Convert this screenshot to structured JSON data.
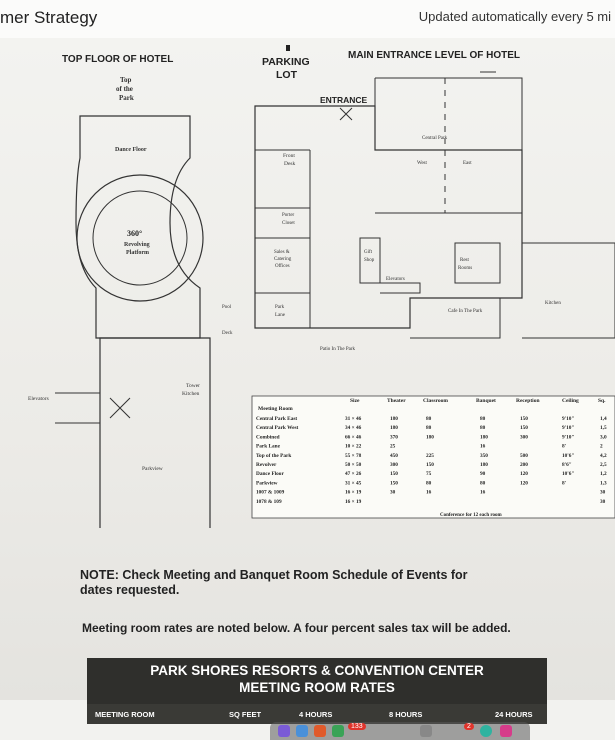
{
  "app_title": "mer Strategy",
  "update_note": "Updated automatically every 5 mi",
  "plan_labels": {
    "top_floor": "TOP FLOOR OF HOTEL",
    "top_of_park": [
      "Top",
      "of the",
      "Park"
    ],
    "dance_floor": "Dance Floor",
    "revolving": [
      "360°",
      "Revolving",
      "Platform"
    ],
    "elevators_left": "Elevators",
    "tower_kitchen": [
      "Tower",
      "Kitchen"
    ],
    "parkview": "Parkview",
    "pool_deck": [
      "Pool",
      "Deck"
    ],
    "parking_lot": [
      "PARKING",
      "LOT"
    ],
    "main_level": "MAIN ENTRANCE LEVEL OF HOTEL",
    "entrance": "ENTRANCE",
    "front_desk": [
      "Front",
      "Desk"
    ],
    "porters_closet": [
      "Porter",
      "Closet"
    ],
    "sales_offices": [
      "Sales &",
      "Catering",
      "Offices"
    ],
    "park_lane": [
      "Park",
      "Lane"
    ],
    "central_park": "Central Park",
    "west": "West",
    "east": "East",
    "gift_shop": [
      "Gift",
      "Shop"
    ],
    "elevators": "Elevators",
    "rest_rooms": [
      "Rest",
      "Rooms"
    ],
    "cafe": "Cafe In The Park",
    "kitchen": "Kitchen",
    "patio": "Patio In The Park"
  },
  "capacity_table": {
    "headers": [
      "Meeting Room",
      "Size",
      "Theater",
      "Classroom",
      "Banquet",
      "Reception",
      "Ceiling",
      "Sq."
    ],
    "rows": [
      [
        "Central Park East",
        "31 × 46",
        "180",
        "80",
        "80",
        "150",
        "9'10\"",
        "1,4"
      ],
      [
        "Central Park West",
        "34 × 46",
        "180",
        "80",
        "80",
        "150",
        "9'10\"",
        "1,5"
      ],
      [
        "Combined",
        "66 × 46",
        "370",
        "180",
        "180",
        "300",
        "9'10\"",
        "3,0"
      ],
      [
        "Park Lane",
        "10 × 22",
        "25",
        "",
        "16",
        "",
        "8'",
        "2"
      ],
      [
        "Top of the Park",
        "55 × 78",
        "450",
        "225",
        "350",
        "500",
        "10'6\"",
        "4,2"
      ],
      [
        "Revolver",
        "50 × 50",
        "300",
        "150",
        "180",
        "200",
        "8'6\"",
        "2,5"
      ],
      [
        "Dance Floor",
        "47 × 26",
        "150",
        "75",
        "90",
        "120",
        "10'6\"",
        "1,2"
      ],
      [
        "Parkview",
        "31 × 45",
        "150",
        "80",
        "80",
        "120",
        "8'",
        "1,3"
      ],
      [
        "1007 & 1009",
        "16 × 19",
        "30",
        "16",
        "16",
        "",
        "",
        "30"
      ],
      [
        "1078 & 109",
        "16 × 19",
        "",
        "",
        "",
        "",
        "",
        "30"
      ]
    ],
    "conference_note": "Conference for 12 each room"
  },
  "note_text": "NOTE: Check Meeting and Banquet Room Schedule of Events for dates requested.",
  "rates_text": "Meeting room rates are noted below. A four percent sales tax will be added.",
  "banner_line1": "PARK SHORES RESORTS & CONVENTION CENTER",
  "banner_line2": "MEETING ROOM RATES",
  "rate_columns": [
    "MEETING ROOM",
    "SQ FEET",
    "4 HOURS",
    "8 HOURS",
    "24 HOURS"
  ],
  "dock_badges": {
    "first": "133",
    "second": "2"
  }
}
